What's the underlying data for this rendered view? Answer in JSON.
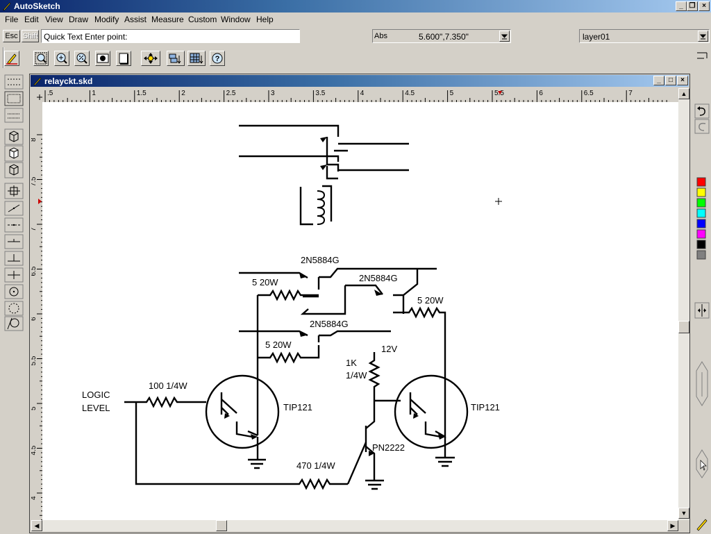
{
  "app": {
    "title": "AutoSketch"
  },
  "menu": [
    "File",
    "Edit",
    "View",
    "Draw",
    "Modify",
    "Assist",
    "Measure",
    "Custom",
    "Window",
    "Help"
  ],
  "prompt": {
    "esc_label": "Esc",
    "shift_label": "Shift",
    "command_text": "Quick Text  Enter point:",
    "coord_mode": "Abs",
    "coord_value": "5.600\",7.350\"",
    "layer": "layer01"
  },
  "document": {
    "title": "relayckt.skd"
  },
  "ruler": {
    "top_labels": [
      ".5",
      "1",
      "1.5",
      "2",
      "2.5",
      "3",
      "3.5",
      "4",
      "4.5",
      "5",
      "5.5",
      "6",
      "6.5",
      "7"
    ],
    "left_labels": [
      "8",
      "7.5",
      "7",
      "6.5",
      "6",
      "5.5",
      "5",
      "4.5",
      "4"
    ]
  },
  "drawing": {
    "labels": {
      "q1": "2N5884G",
      "q2": "2N5884G",
      "q3": "2N5884G",
      "r1": "5  20W",
      "r2": "5  20W",
      "r3": "5  20W",
      "r_logic": "100  1/4W",
      "logic_line1": "LOGIC",
      "logic_line2": "LEVEL",
      "tip_left": "TIP121",
      "tip_right": "TIP121",
      "r_1k_line1": "1K",
      "r_1k_line2": "1/4W",
      "v12": "12V",
      "pn": "PN2222",
      "r_470": "470  1/4W"
    }
  },
  "palette": [
    "#ff0000",
    "#ffff00",
    "#00ff00",
    "#00ffff",
    "#0000ff",
    "#ff00ff",
    "#000000",
    "#808080"
  ],
  "icons": {
    "toolbar": [
      "zoom-window-icon",
      "zoom-in-icon",
      "zoom-percent-icon",
      "zoom-fit-icon",
      "blank-icon",
      "pan-icon",
      "layer-icon",
      "grid-icon",
      "help-icon"
    ]
  }
}
